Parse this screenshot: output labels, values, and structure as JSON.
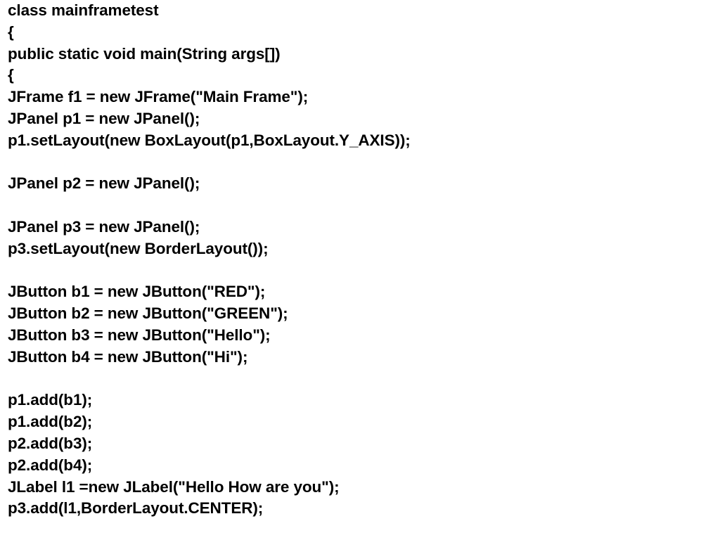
{
  "document": {
    "lines": [
      "class mainframetest",
      "{",
      "public static void main(String args[])",
      "{",
      "JFrame f1 = new JFrame(\"Main Frame\");",
      "JPanel p1 = new JPanel();",
      "p1.setLayout(new BoxLayout(p1,BoxLayout.Y_AXIS));",
      "",
      "JPanel p2 = new JPanel();",
      "",
      "JPanel p3 = new JPanel();",
      "p3.setLayout(new BorderLayout());",
      "",
      "JButton b1 = new JButton(\"RED\");",
      "JButton b2 = new JButton(\"GREEN\");",
      "JButton b3 = new JButton(\"Hello\");",
      "JButton b4 = new JButton(\"Hi\");",
      "",
      "p1.add(b1);",
      "p1.add(b2);",
      "p2.add(b3);",
      "p2.add(b4);",
      "JLabel l1 =new JLabel(\"Hello How are you\");",
      "p3.add(l1,BorderLayout.CENTER);"
    ]
  }
}
